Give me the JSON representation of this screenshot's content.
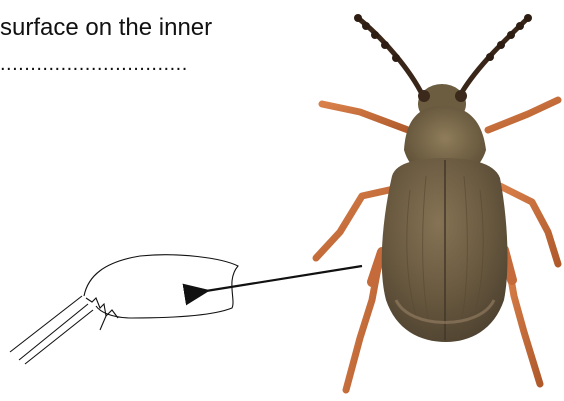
{
  "text": {
    "line1": "surface on the inner",
    "line2": "..............................."
  },
  "colors": {
    "beetle_body": "#7a6a4e",
    "beetle_legs": "#c66a3a",
    "antenna": "#3a2618",
    "ink": "#111111"
  },
  "icons": [
    "beetle-photo",
    "leg-drawing",
    "pointer-arrow"
  ]
}
